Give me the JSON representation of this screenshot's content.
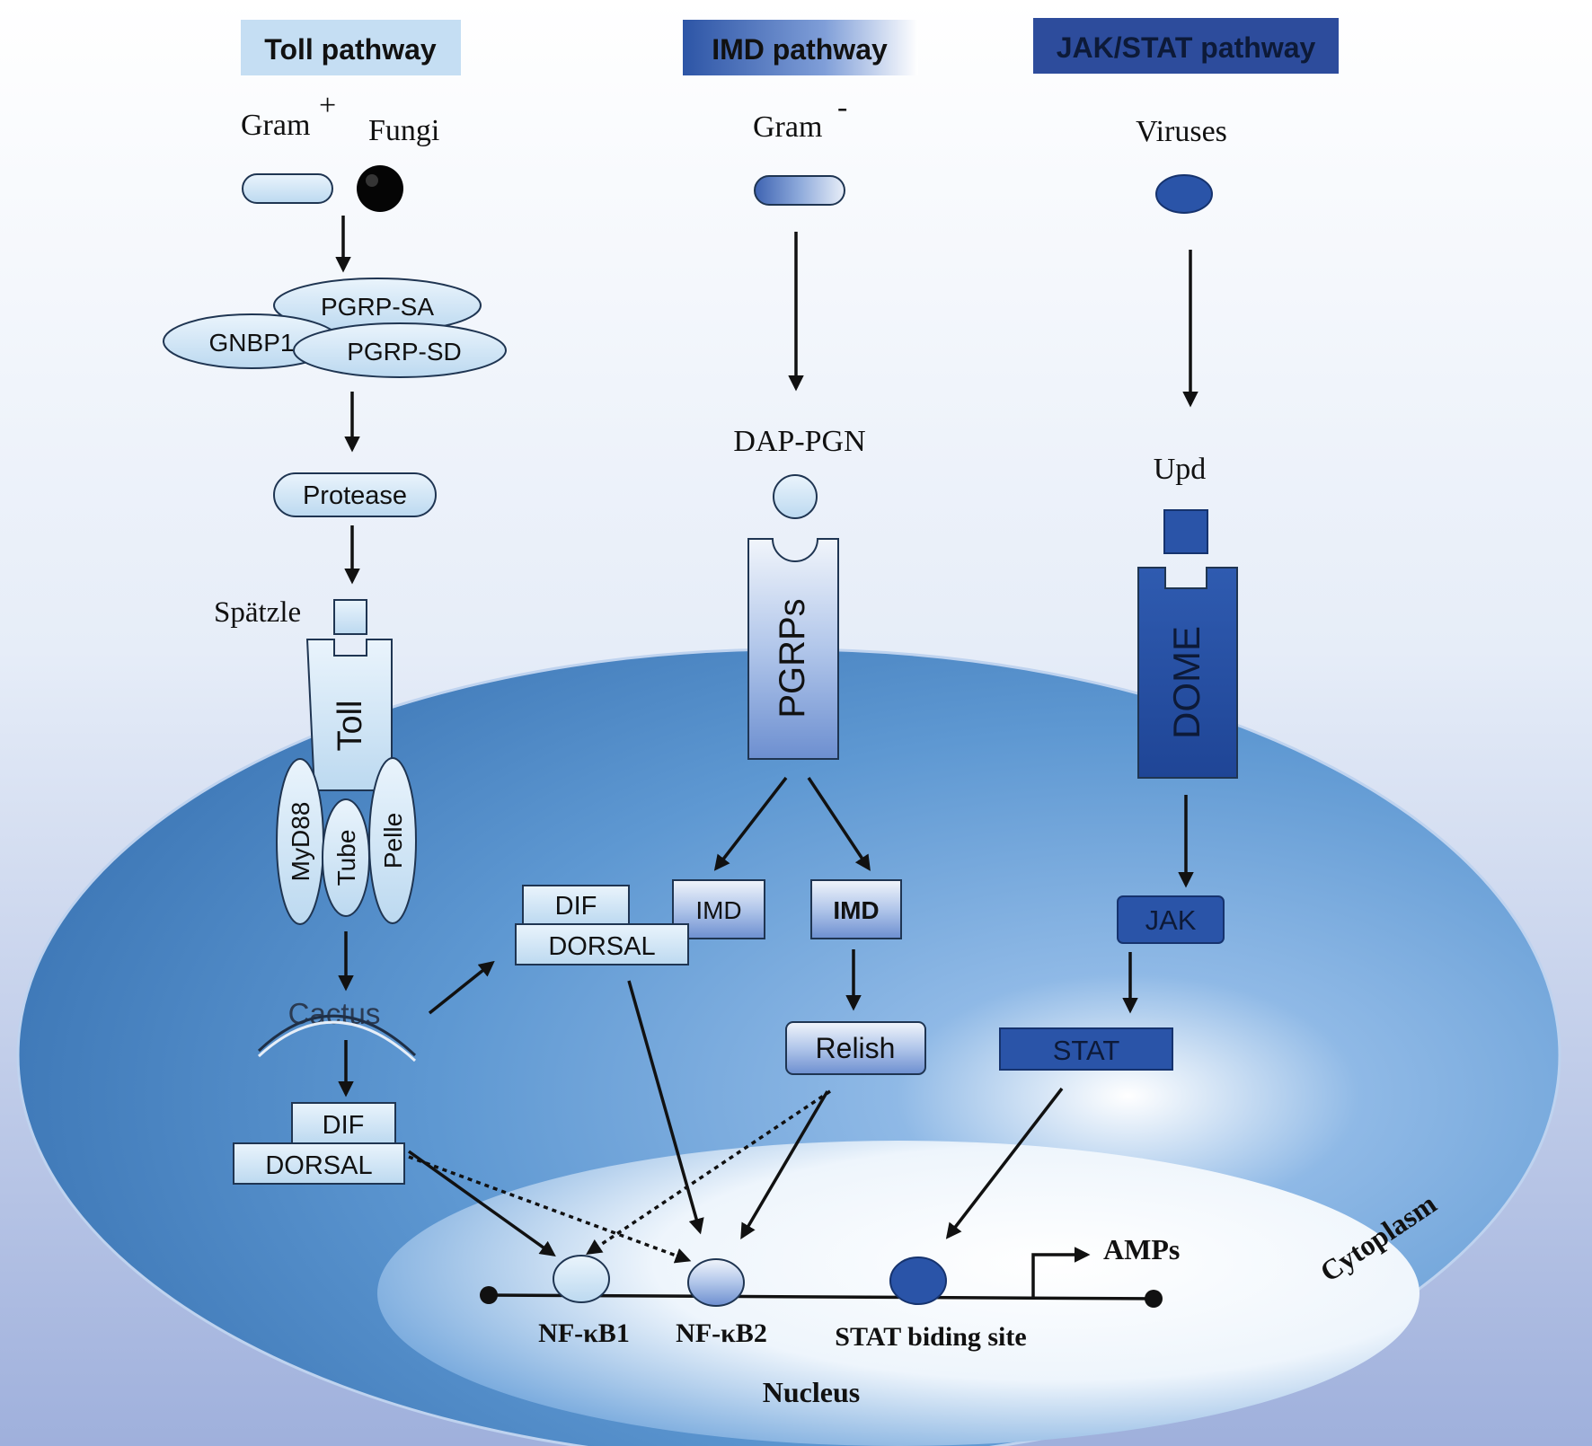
{
  "headers": {
    "toll": "Toll pathway",
    "imd": "IMD pathway",
    "jak": "JAK/STAT pathway"
  },
  "toll": {
    "gram": "Gram",
    "gram_sup": "+",
    "fungi": "Fungi",
    "pgrp_sa": "PGRP-SA",
    "gnbp1": "GNBP1",
    "pgrp_sd": "PGRP-SD",
    "protease": "Protease",
    "spatzle": "Spätzle",
    "toll": "Toll",
    "myd88": "MyD88",
    "tube": "Tube",
    "pelle": "Pelle",
    "cactus": "Cactus",
    "dif": "DIF",
    "dorsal": "DORSAL"
  },
  "imd": {
    "gram": "Gram",
    "gram_sup": "-",
    "dap_pgn": "DAP-PGN",
    "pgrps": "PGRPs",
    "dif": "DIF",
    "dorsal": "DORSAL",
    "imd_left": "IMD",
    "imd_right": "IMD",
    "relish": "Relish"
  },
  "jak": {
    "viruses": "Viruses",
    "upd": "Upd",
    "dome": "DOME",
    "jak": "JAK",
    "stat": "STAT"
  },
  "nucleus": {
    "nfkb1": "NF-κB1",
    "nfkb2": "NF-κB2",
    "stat_site": "STAT biding site",
    "amps": "AMPs",
    "label": "Nucleus"
  },
  "cytoplasm": "Cytoplasm",
  "colors": {
    "light": "#d6e8f6",
    "mid": "#8fb2e0",
    "dark": "#2e56a6",
    "cell": "#5f96cf"
  }
}
